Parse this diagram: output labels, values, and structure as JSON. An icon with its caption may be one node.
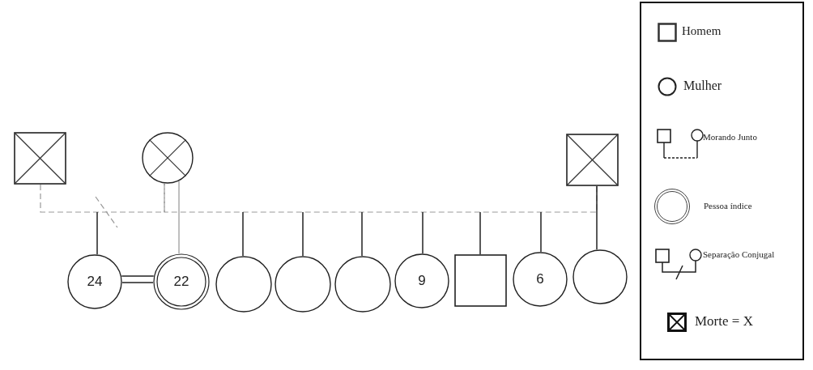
{
  "diagram": {
    "nodes": [
      {
        "text": [],
        "shape": "box"
      },
      {
        "text": [],
        "shape": "circle"
      },
      {
        "text": [],
        "shape": "box"
      },
      {
        "text": [
          "24"
        ]
      },
      {
        "text": [
          "22"
        ]
      },
      {
        "text": [],
        "shape": "circle"
      },
      {
        "text": [],
        "shape": "circle"
      },
      {
        "text": [],
        "shape": "circle"
      },
      {
        "text": [
          "9"
        ]
      },
      {
        "text": [],
        "shape": "box"
      },
      {
        "text": [
          "6"
        ]
      },
      {
        "text": [],
        "shape": "circle"
      }
    ],
    "edges": [
      {
        "from": 0,
        "to": 1,
        "arrow": "none",
        "style": "dashed",
        "color": "#999999"
      },
      {
        "from": 1,
        "to": 2,
        "arrow": "none",
        "style": "dashed",
        "color": "#999999"
      },
      {
        "from": 3,
        "to": 4,
        "arrow": "none"
      },
      {
        "from": null,
        "to": 3,
        "arrow": "none"
      },
      {
        "from": 1,
        "to": 4,
        "arrow": "none",
        "color": "#aaaaaa"
      },
      {
        "from": null,
        "to": 5,
        "arrow": "none"
      },
      {
        "from": null,
        "to": 6,
        "arrow": "none"
      },
      {
        "from": null,
        "to": 7,
        "arrow": "none"
      },
      {
        "from": null,
        "to": 8,
        "arrow": "none"
      },
      {
        "from": null,
        "to": 9,
        "arrow": "none"
      },
      {
        "from": null,
        "to": 10,
        "arrow": "none"
      },
      {
        "from": 2,
        "to": 11,
        "arrow": "none"
      }
    ],
    "legend": [
      {
        "text": "Homem"
      },
      {
        "text": "Mulher"
      },
      {
        "text": "Morando Junto"
      },
      {
        "text": "Pessoa índice"
      },
      {
        "text": "Separação Conjugal"
      },
      {
        "text": "Morte = X"
      }
    ]
  }
}
